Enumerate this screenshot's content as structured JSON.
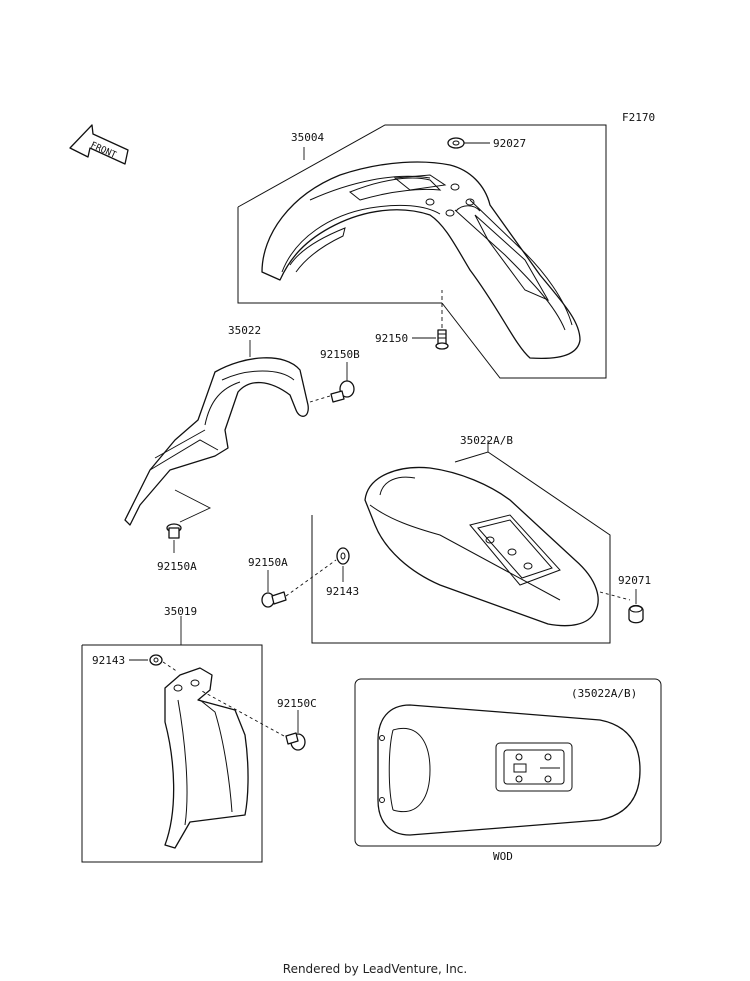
{
  "diagram": {
    "code": "F2170",
    "front_label": "FRONT",
    "parts": {
      "p35004": "35004",
      "p92027": "92027",
      "p92150": "92150",
      "p35022": "35022",
      "p92150B": "92150B",
      "p92150A_left": "92150A",
      "p35022AB": "35022A/B",
      "p92150A_mid": "92150A",
      "p92143_mid": "92143",
      "p92071": "92071",
      "p35019": "35019",
      "p92143_left": "92143",
      "p92150C": "92150C"
    },
    "inset_label": "(35022A/B)",
    "inset_caption": "WOD"
  },
  "footer": "Rendered by LeadVenture, Inc."
}
